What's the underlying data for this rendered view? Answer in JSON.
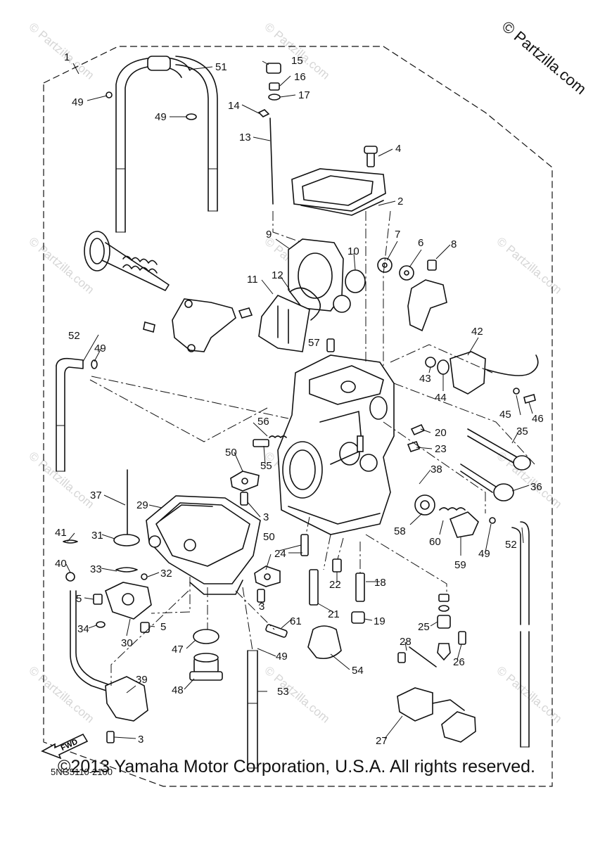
{
  "corner_watermark": "© Partzilla.com",
  "watermark_text": "© Partzilla.com",
  "diagram_code": "5NG5110-2100",
  "fwd_label": "FWD",
  "copyright": "©2013 Yamaha Motor Corporation, U.S.A. All rights reserved.",
  "callouts": [
    "1",
    "2",
    "3",
    "4",
    "5",
    "6",
    "7",
    "8",
    "9",
    "10",
    "11",
    "12",
    "13",
    "14",
    "15",
    "16",
    "17",
    "18",
    "19",
    "20",
    "21",
    "22",
    "23",
    "24",
    "25",
    "26",
    "27",
    "28",
    "29",
    "30",
    "31",
    "32",
    "33",
    "34",
    "35",
    "36",
    "37",
    "38",
    "39",
    "40",
    "41",
    "42",
    "43",
    "44",
    "45",
    "46",
    "47",
    "48",
    "49",
    "50",
    "51",
    "52",
    "53",
    "54",
    "55",
    "56",
    "57",
    "58",
    "59",
    "60",
    "61"
  ]
}
